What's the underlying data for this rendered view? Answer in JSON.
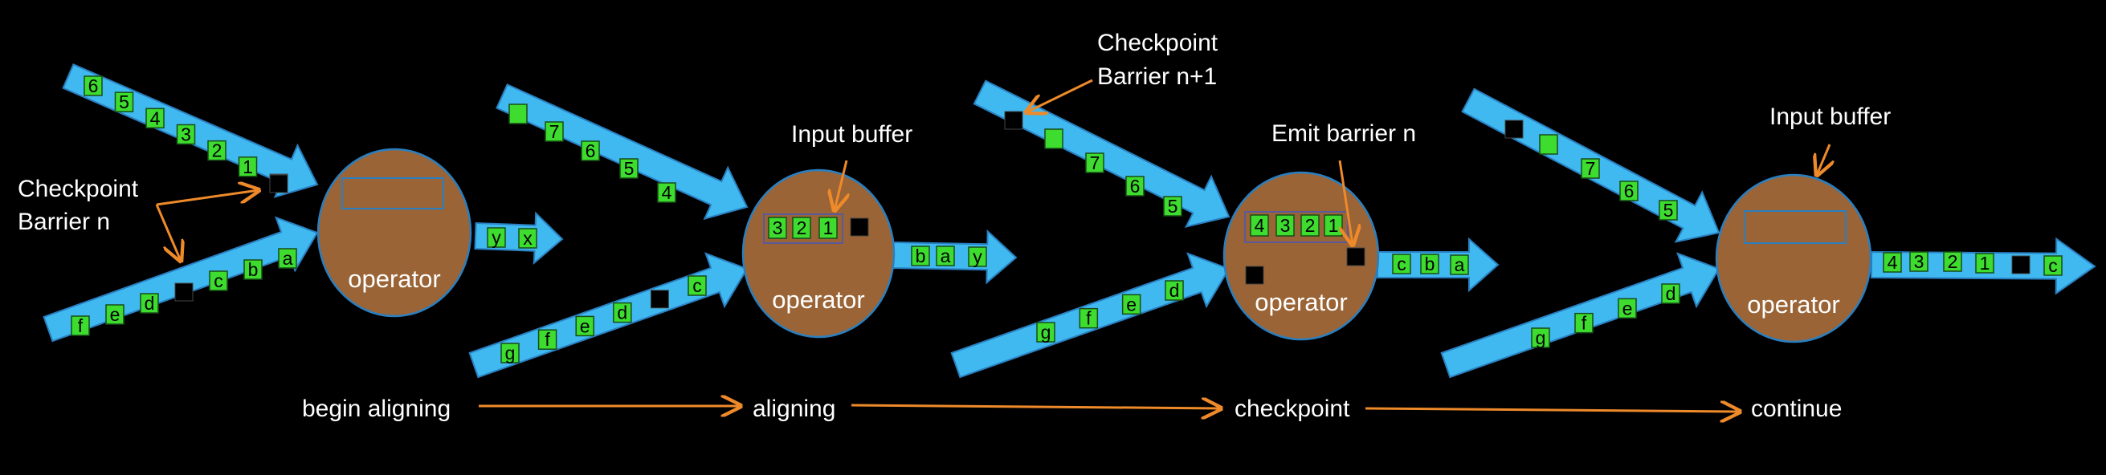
{
  "colors": {
    "background": "#000000",
    "stream": "#3fb9f0",
    "stream_edge": "#2a7fc0",
    "record": "#3ddc2f",
    "barrier": "#000000",
    "operator": "#9a6436",
    "operator_edge": "#2a7fc0",
    "annotation": "#ee8a2a",
    "text": "#ffffff"
  },
  "labels": {
    "checkpoint_barrier_n_line1": "Checkpoint",
    "checkpoint_barrier_n_line2": "Barrier n",
    "checkpoint_barrier_n1_line1": "Checkpoint",
    "checkpoint_barrier_n1_line2": "Barrier n+1",
    "input_buffer_1": "Input buffer",
    "emit_barrier_n": "Emit barrier n",
    "input_buffer_2": "Input buffer"
  },
  "operator_label": "operator",
  "stages": [
    {
      "top_input": [
        "6",
        "5",
        "4",
        "3",
        "2",
        "1",
        "■"
      ],
      "bottom_input": [
        "f",
        "e",
        "d",
        "■",
        "c",
        "b",
        "a"
      ],
      "buffer": [],
      "output": [
        "y",
        "x"
      ]
    },
    {
      "top_input": [
        "",
        "7",
        "6",
        "5",
        "4"
      ],
      "bottom_input": [
        "g",
        "f",
        "e",
        "d",
        "■",
        "c"
      ],
      "buffer": [
        "3",
        "2",
        "1"
      ],
      "output": [
        "b",
        "a",
        "y"
      ]
    },
    {
      "top_input": [
        "■",
        "",
        "7",
        "6",
        "5"
      ],
      "bottom_input": [
        "g",
        "f",
        "e",
        "d"
      ],
      "buffer": [
        "4",
        "3",
        "2",
        "1"
      ],
      "output": [
        "c",
        "b",
        "a"
      ]
    },
    {
      "top_input": [
        "■",
        "",
        "7",
        "6",
        "5"
      ],
      "bottom_input": [
        "g",
        "f",
        "e",
        "d"
      ],
      "buffer": [],
      "output": [
        "4",
        "3",
        "2",
        "1",
        "■",
        "c"
      ]
    }
  ],
  "phases": [
    "begin aligning",
    "aligning",
    "checkpoint",
    "continue"
  ]
}
